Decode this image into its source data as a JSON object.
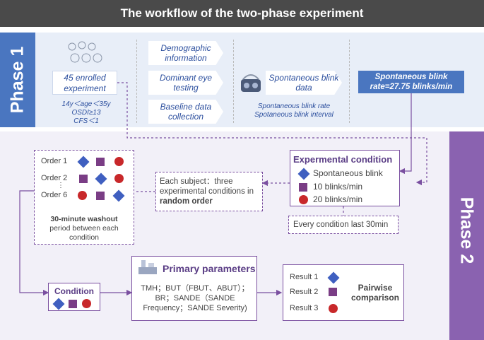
{
  "title": "The workflow of the two-phase experiment",
  "phase1": {
    "label": "Phase 1",
    "enrolled": "45 enrolled experiment",
    "criteria": [
      "14y＜age＜35y",
      "OSDI≥13",
      "CFS＜1"
    ],
    "steps": [
      "Demographic information",
      "Dominant eye testing",
      "Baseline data collection"
    ],
    "spontaneous_data": "Spontaneous blink data",
    "measures": [
      "Spontaneous blink rate",
      "Spotaneous blink interval"
    ],
    "result_box": "Spontaneous blink rate=27.75 blinks/min"
  },
  "phase2": {
    "label": "Phase 2",
    "conditions_title": "Expermental condition",
    "conditions": [
      "Spontaneous blink",
      "10 blinks/min",
      "20 blinks/min"
    ],
    "condition_duration": "Every condition last 30min",
    "subject_text_1": "Each subject：three experimental conditions in",
    "subject_text_bold": "random order",
    "orders": [
      "Order 1",
      "Order 2",
      "Order 6"
    ],
    "orders_ellipsis": "⋮",
    "washout_bold": "30-minute washout",
    "washout_rest": "period  between each condition",
    "condition_label": "Condition",
    "primary_title": "Primary parameters",
    "primary_text": "TMH；BUT（FBUT、ABUT）；BR；SANDE（SANDE Frequency；SANDE Severity)",
    "results": [
      "Result 1",
      "Result 2",
      "Result 3"
    ],
    "pairwise": "Pairwise comparison"
  },
  "colors": {
    "phase1": "#4a76c0",
    "phase2": "#8a62b0",
    "diamond": "#3f5fc0",
    "square": "#7a3d85",
    "circle": "#c8282a"
  },
  "icons": [
    "people-icon",
    "vr-headset-icon",
    "lab-equipment-icon"
  ]
}
